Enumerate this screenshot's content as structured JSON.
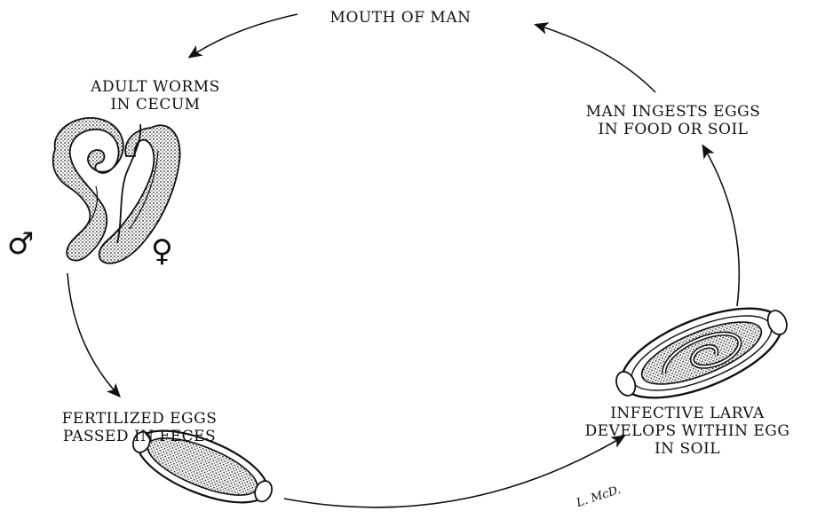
{
  "stages": {
    "mouth": {
      "lines": [
        "MOUTH OF MAN"
      ]
    },
    "adult": {
      "lines": [
        "ADULT WORMS",
        "IN CECUM"
      ]
    },
    "eggs_passed": {
      "lines": [
        "FERTILIZED EGGS",
        "PASSED IN FECES"
      ]
    },
    "larva": {
      "lines": [
        "INFECTIVE LARVA",
        "DEVELOPS WITHIN EGG",
        "IN SOIL"
      ]
    },
    "ingest": {
      "lines": [
        "MAN INGESTS EGGS",
        "IN FOOD OR SOIL"
      ]
    }
  },
  "symbols": {
    "male": "♂",
    "female": "♀"
  },
  "signature": "L. McD."
}
